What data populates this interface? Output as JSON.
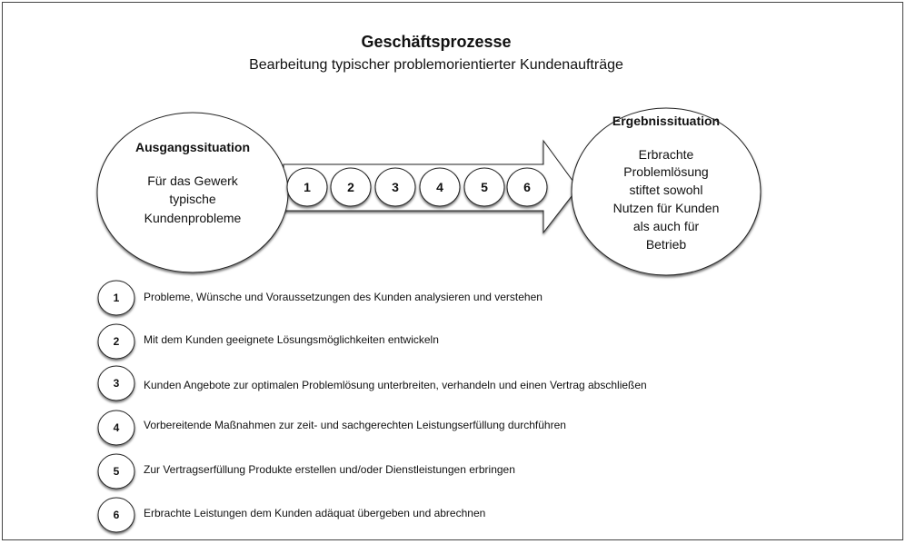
{
  "title": "Geschäftsprozesse",
  "subtitle": "Bearbeitung typischer problemorientierter Kundenaufträge",
  "start": {
    "heading": "Ausgangssituation",
    "lines": [
      "Für das Gewerk",
      "typische",
      "Kundenprobleme"
    ]
  },
  "result": {
    "heading": "Ergebnissituation",
    "lines": [
      "Erbrachte",
      "Problemlösung",
      "stiftet sowohl",
      "Nutzen für Kunden",
      "als auch für",
      "Betrieb"
    ]
  },
  "arrow_steps": [
    "1",
    "2",
    "3",
    "4",
    "5",
    "6"
  ],
  "steps": [
    {
      "num": "1",
      "text": "Probleme, Wünsche und Voraussetzungen des Kunden analysieren und verstehen"
    },
    {
      "num": "2",
      "text": "Mit dem Kunden geeignete Lösungsmöglichkeiten entwickeln"
    },
    {
      "num": "3",
      "text": "Kunden Angebote zur optimalen Problemlösung unterbreiten, verhandeln und einen Vertrag abschließen"
    },
    {
      "num": "4",
      "text": "Vorbereitende Maßnahmen zur zeit- und sachgerechten Leistungserfüllung durchführen"
    },
    {
      "num": "5",
      "text": "Zur Vertragserfüllung Produkte erstellen und/oder Dienstleistungen erbringen"
    },
    {
      "num": "6",
      "text": "Erbrachte Leistungen dem Kunden adäquat übergeben und abrechnen"
    }
  ]
}
